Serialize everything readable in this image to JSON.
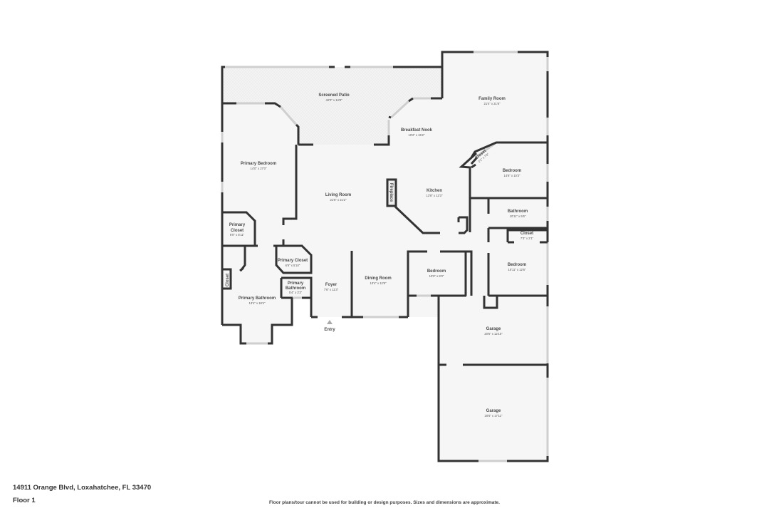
{
  "footer": {
    "address": "14911 Orange Blvd, Loxahatchee, FL 33470",
    "floor": "Floor 1",
    "disclaimer": "Floor plans/tour cannot be used for building or design purposes. Sizes and dimensions are approximate."
  },
  "rooms": {
    "screened_patio": {
      "name": "Screened Patio",
      "dims": "42'0\" x 14'8\""
    },
    "family_room": {
      "name": "Family Room",
      "dims": "21'4\" x 21'8\""
    },
    "breakfast_nook": {
      "name": "Breakfast Nook",
      "dims": "10'2\" x 15'2\""
    },
    "closet_diag": {
      "name": "Closet",
      "dims": "2'1\" x 7'8\""
    },
    "bedroom_ne": {
      "name": "Bedroom",
      "dims": "14'6\" x 10'3\""
    },
    "primary_bedroom": {
      "name": "Primary Bedroom",
      "dims": "14'0\" x 27'0\""
    },
    "living_room": {
      "name": "Living Room",
      "dims": "21'5\" x 21'2\""
    },
    "fireplace": {
      "name": "Fireplace"
    },
    "kitchen": {
      "name": "Kitchen",
      "dims": "13'8\" x 12'3\""
    },
    "bathroom": {
      "name": "Bathroom",
      "dims": "10'11\" x 5'6\""
    },
    "closet_e": {
      "name": "Closet",
      "dims": "7'3\" x 2'1\""
    },
    "bedroom_e": {
      "name": "Bedroom",
      "dims": "10'11\" x 12'6\""
    },
    "primary_closet_w": {
      "name_line1": "Primary",
      "name_line2": "Closet",
      "dims": "6'0\" x 5'11\""
    },
    "primary_closet": {
      "name": "Primary Closet",
      "dims": "6'6\" x 5'10\""
    },
    "primary_bath_small": {
      "name_line1": "Primary",
      "name_line2": "Bathroom",
      "dims": "5'4\" x 3'3\""
    },
    "closet_w": {
      "name": "Closet"
    },
    "primary_bathroom": {
      "name": "Primary Bathroom",
      "dims": "13'4\" x 18'4\""
    },
    "foyer": {
      "name": "Foyer",
      "dims": "7'6\" x 11'3\""
    },
    "dining_room": {
      "name": "Dining Room",
      "dims": "10'4\" x 12'9\""
    },
    "bedroom_s": {
      "name": "Bedroom",
      "dims": "10'9\" x 8'3\""
    },
    "garage_1": {
      "name": "Garage",
      "dims": "20'6\" x 12'10\""
    },
    "garage_2": {
      "name": "Garage",
      "dims": "20'6\" x 17'11\""
    }
  },
  "entry_label": "Entry",
  "colors": {
    "wall": "#333333",
    "floor": "#f6f6f6",
    "window": "#cfcfcf",
    "text": "#4a4a4a"
  }
}
